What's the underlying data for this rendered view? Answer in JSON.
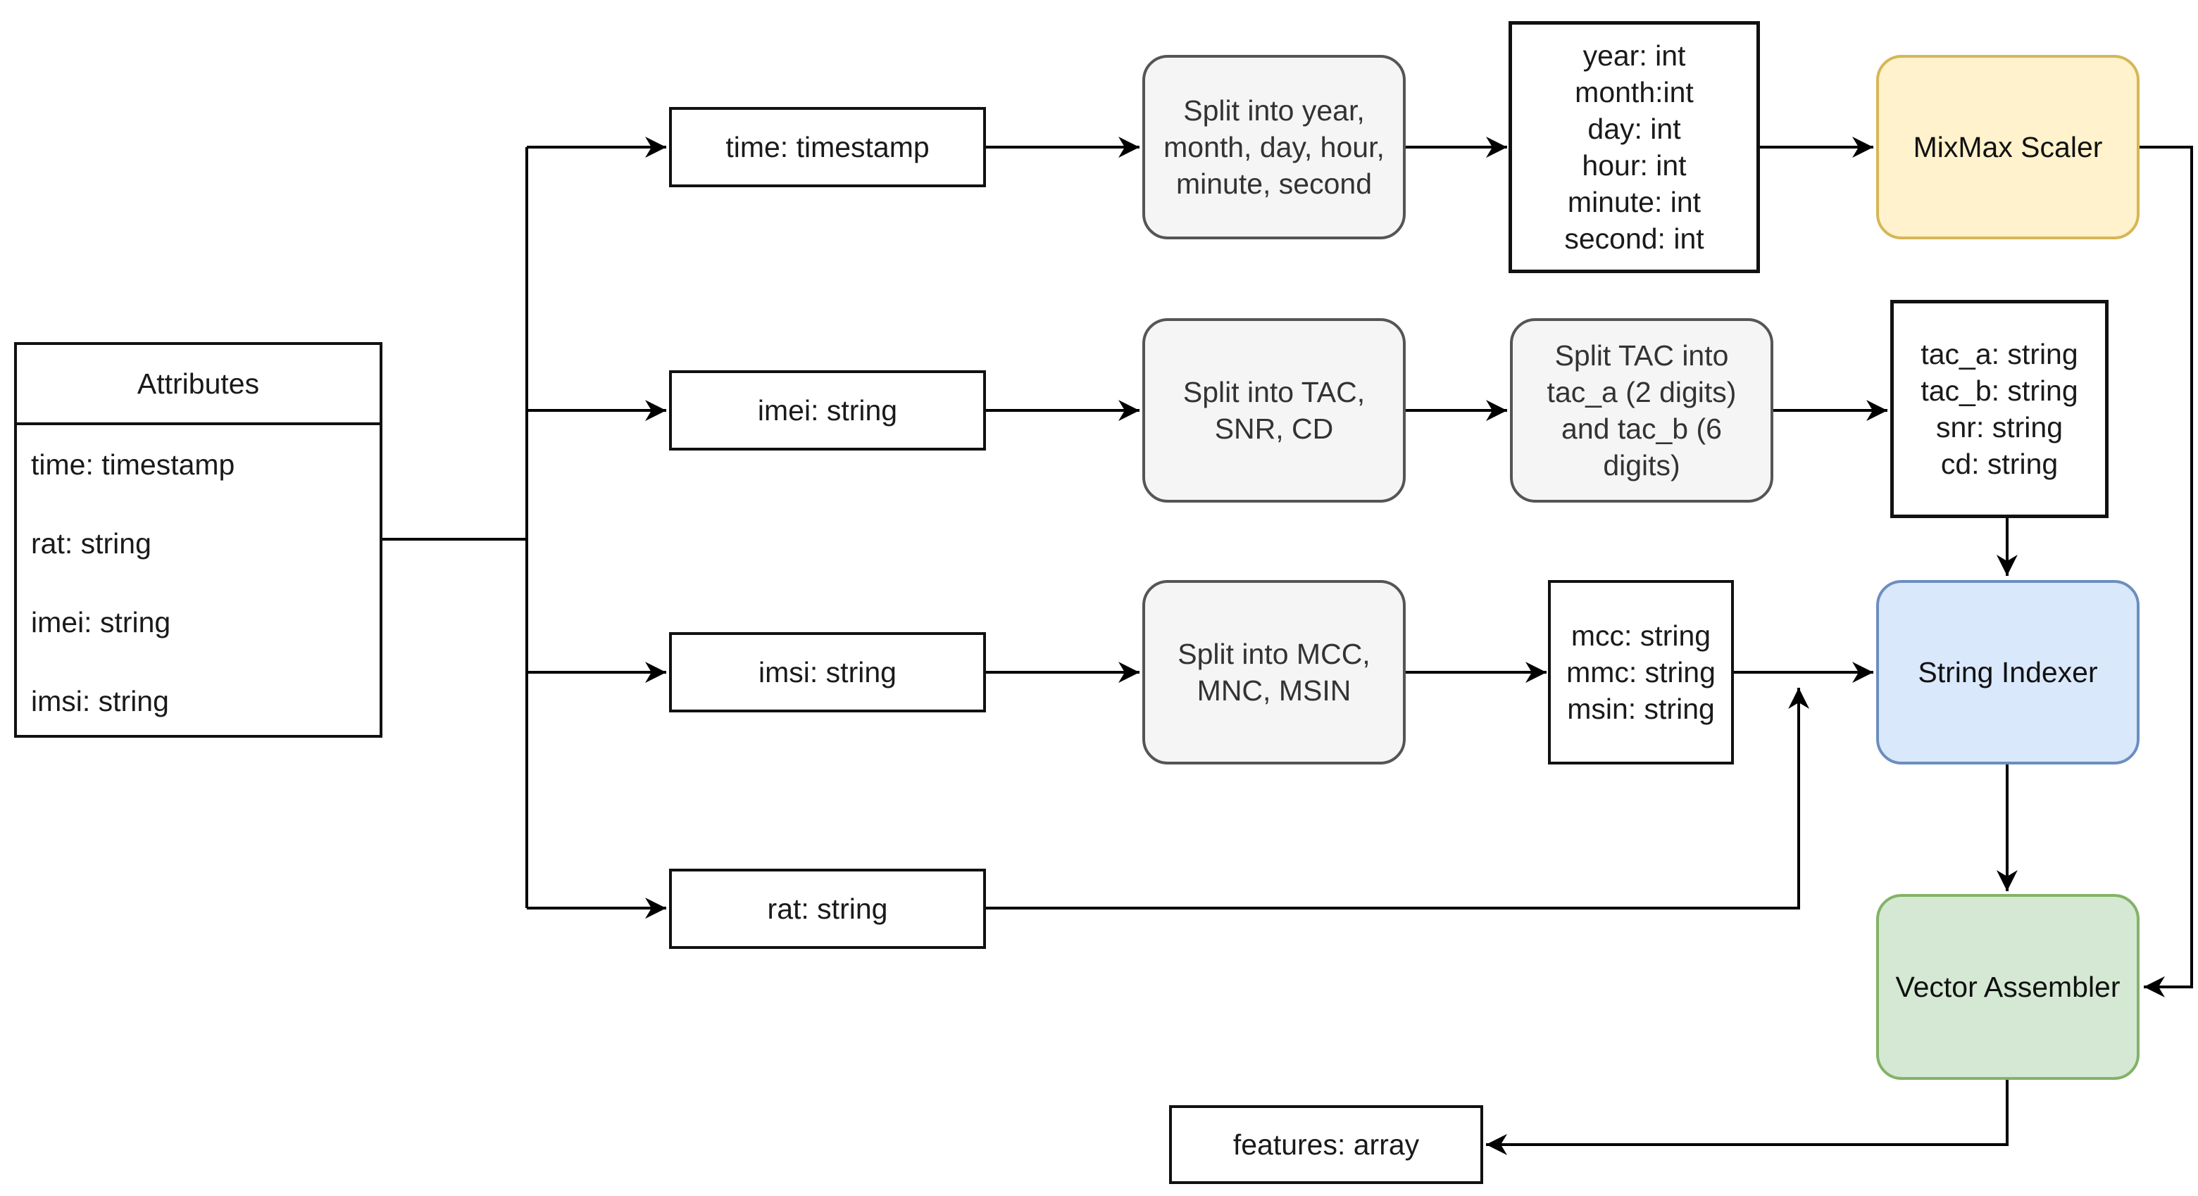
{
  "attributes": {
    "title": "Attributes",
    "fields": [
      "time: timestamp",
      "rat: string",
      "imei: string",
      "imsi: string"
    ]
  },
  "inputs": {
    "time": "time: timestamp",
    "imei": "imei: string",
    "imsi": "imsi: string",
    "rat": "rat: string"
  },
  "steps": {
    "split_time": "Split into year, month, day, hour, minute, second",
    "split_imei": "Split into TAC, SNR, CD",
    "split_tac": "Split TAC into tac_a (2 digits) and tac_b (6 digits)",
    "split_imsi": "Split into MCC, MNC, MSIN"
  },
  "outputs": {
    "time_fields": [
      "year: int",
      "month:int",
      "day: int",
      "hour: int",
      "minute: int",
      "second: int"
    ],
    "imei_fields": [
      "tac_a: string",
      "tac_b: string",
      "snr: string",
      "cd: string"
    ],
    "imsi_fields": [
      "mcc: string",
      "mmc: string",
      "msin: string"
    ]
  },
  "transformers": {
    "scaler": "MixMax Scaler",
    "indexer": "String Indexer",
    "assembler": "Vector Assembler"
  },
  "result": "features: array",
  "colors": {
    "scaler_fill": "#fff2cc",
    "scaler_border": "#d6b656",
    "indexer_fill": "#dae8fc",
    "indexer_border": "#6c8ebf",
    "assembler_fill": "#d5e8d4",
    "assembler_border": "#82b366",
    "process_fill": "#f5f5f5",
    "process_border": "#666666"
  }
}
